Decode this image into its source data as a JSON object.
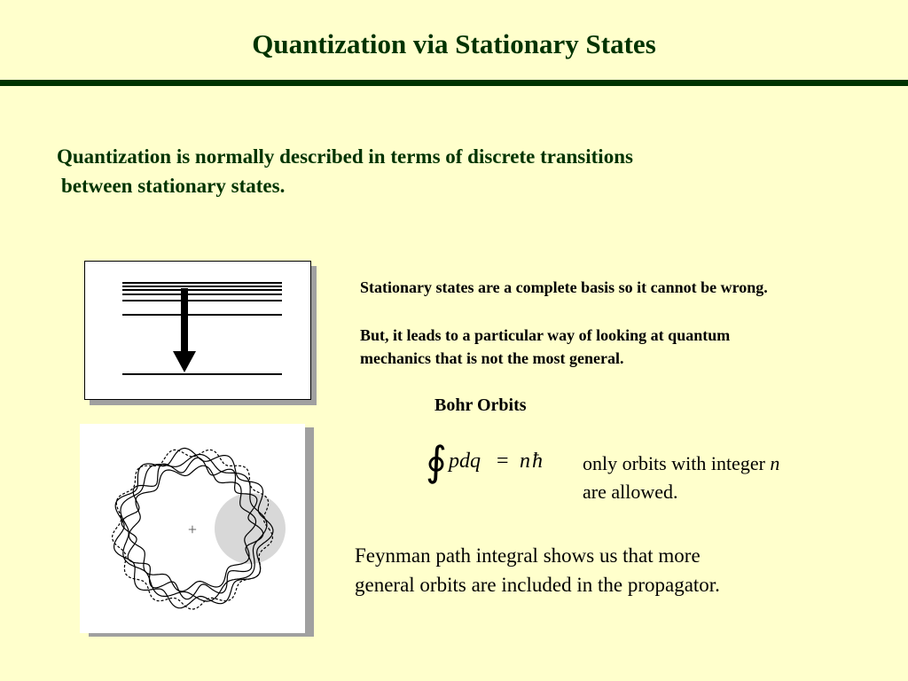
{
  "slide": {
    "title": "Quantization via Stationary States",
    "intro_line1": "Quantization is normally described in terms of discrete transitions",
    "intro_line2": "between stationary states.",
    "note1": "Stationary states are a complete basis so it cannot be wrong.",
    "note2_line1": "But, it leads to a particular way of looking at quantum",
    "note2_line2": "mechanics that is not the most general.",
    "bohr_label": "Bohr Orbits",
    "formula": {
      "integral": "∮",
      "lhs": "pdq",
      "eq": "=",
      "rhs_n": "n",
      "rhs_hbar": "ħ"
    },
    "only_orbits_pre": "only orbits with integer ",
    "only_orbits_var": "n",
    "only_orbits_post": "are allowed.",
    "feynman_line1": "Feynman path integral shows us that more",
    "feynman_line2": "general orbits are included in the propagator.",
    "center_mark": "+"
  },
  "colors": {
    "background": "#ffffcc",
    "title": "#003300",
    "rule": "#003300",
    "shadow": "#a0a0a0"
  },
  "icons": {
    "levels": "energy-level-diagram",
    "orbits": "wavy-orbit-diagram"
  }
}
